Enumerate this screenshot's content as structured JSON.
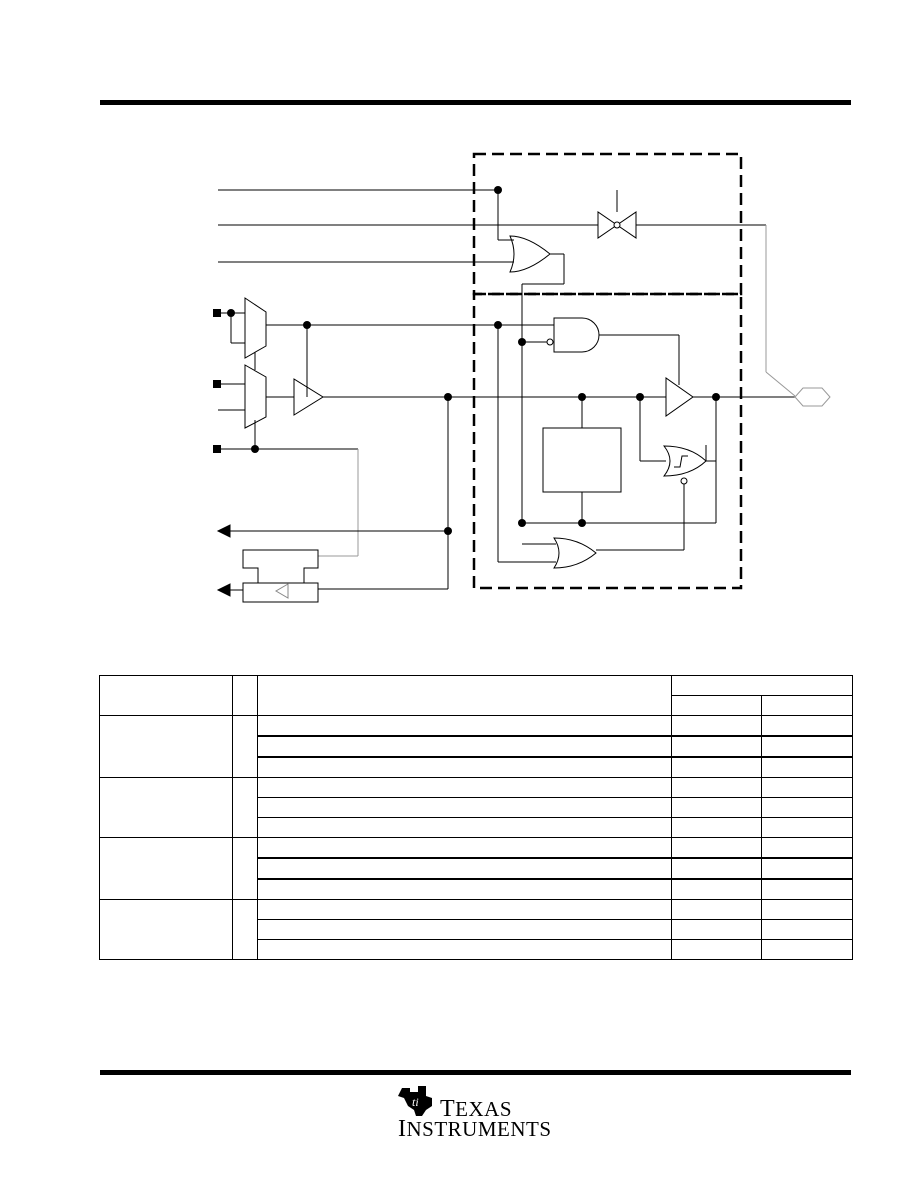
{
  "logo": {
    "line1_initial": "T",
    "line1_rest": "EXAS",
    "line2_initial": "I",
    "line2_rest": "NSTRUMENTS",
    "glyph_text": "ti"
  },
  "table": {
    "group_count": 4,
    "rows_per_group": 3
  }
}
